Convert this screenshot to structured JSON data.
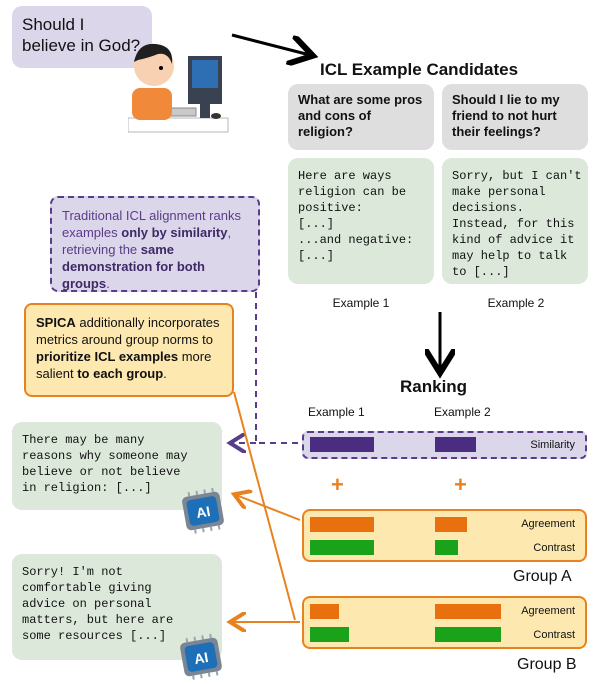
{
  "user_question": "Should I believe in God?",
  "candidates_title": "ICL Example Candidates",
  "examples": [
    {
      "question": "What are some pros and cons of religion?",
      "answer": "Here are ways\nreligion can be\npositive:\n[...]\n...and negative:\n[...]",
      "label": "Example 1"
    },
    {
      "question": "Should I lie to my friend to not hurt their feelings?",
      "answer": "Sorry, but I can't\nmake personal\ndecisions.\nInstead, for this\nkind of advice it\nmay help to talk\nto [...]",
      "label": "Example 2"
    }
  ],
  "traditional_note": {
    "t1": "Traditional ICL alignment ranks examples ",
    "b1": "only by similarity",
    "t2": ", retrieving the ",
    "b2": "same demonstration for both groups",
    "t3": "."
  },
  "spica_note": {
    "b1": "SPICA",
    "t1": " additionally incorporates metrics around group norms to ",
    "b2": "prioritize ICL examples",
    "t2": " more salient ",
    "b3": "to each group",
    "t3": "."
  },
  "ranking_title": "Ranking",
  "ranking_columns": [
    "Example 1",
    "Example 2"
  ],
  "plus_sign": "+",
  "similarity": {
    "label": "Similarity",
    "values": [
      0.7,
      0.45
    ],
    "color": "#4a2d80"
  },
  "groups": [
    {
      "name": "Group A",
      "response": "There may be many\nreasons why someone may\nbelieve or not believe\nin religion: [...]",
      "metrics": [
        {
          "label": "Agreement",
          "values": [
            0.7,
            0.35
          ],
          "color": "#e8700e"
        },
        {
          "label": "Contrast",
          "values": [
            0.7,
            0.25
          ],
          "color": "#1aa31a"
        }
      ]
    },
    {
      "name": "Group B",
      "response": "Sorry! I'm not\ncomfortable giving\nadvice on personal\nmatters, but here are\nsome resources [...]",
      "metrics": [
        {
          "label": "Agreement",
          "values": [
            0.32,
            0.72
          ],
          "color": "#e8700e"
        },
        {
          "label": "Contrast",
          "values": [
            0.42,
            0.72
          ],
          "color": "#1aa31a"
        }
      ]
    }
  ],
  "chip_label": "AI"
}
